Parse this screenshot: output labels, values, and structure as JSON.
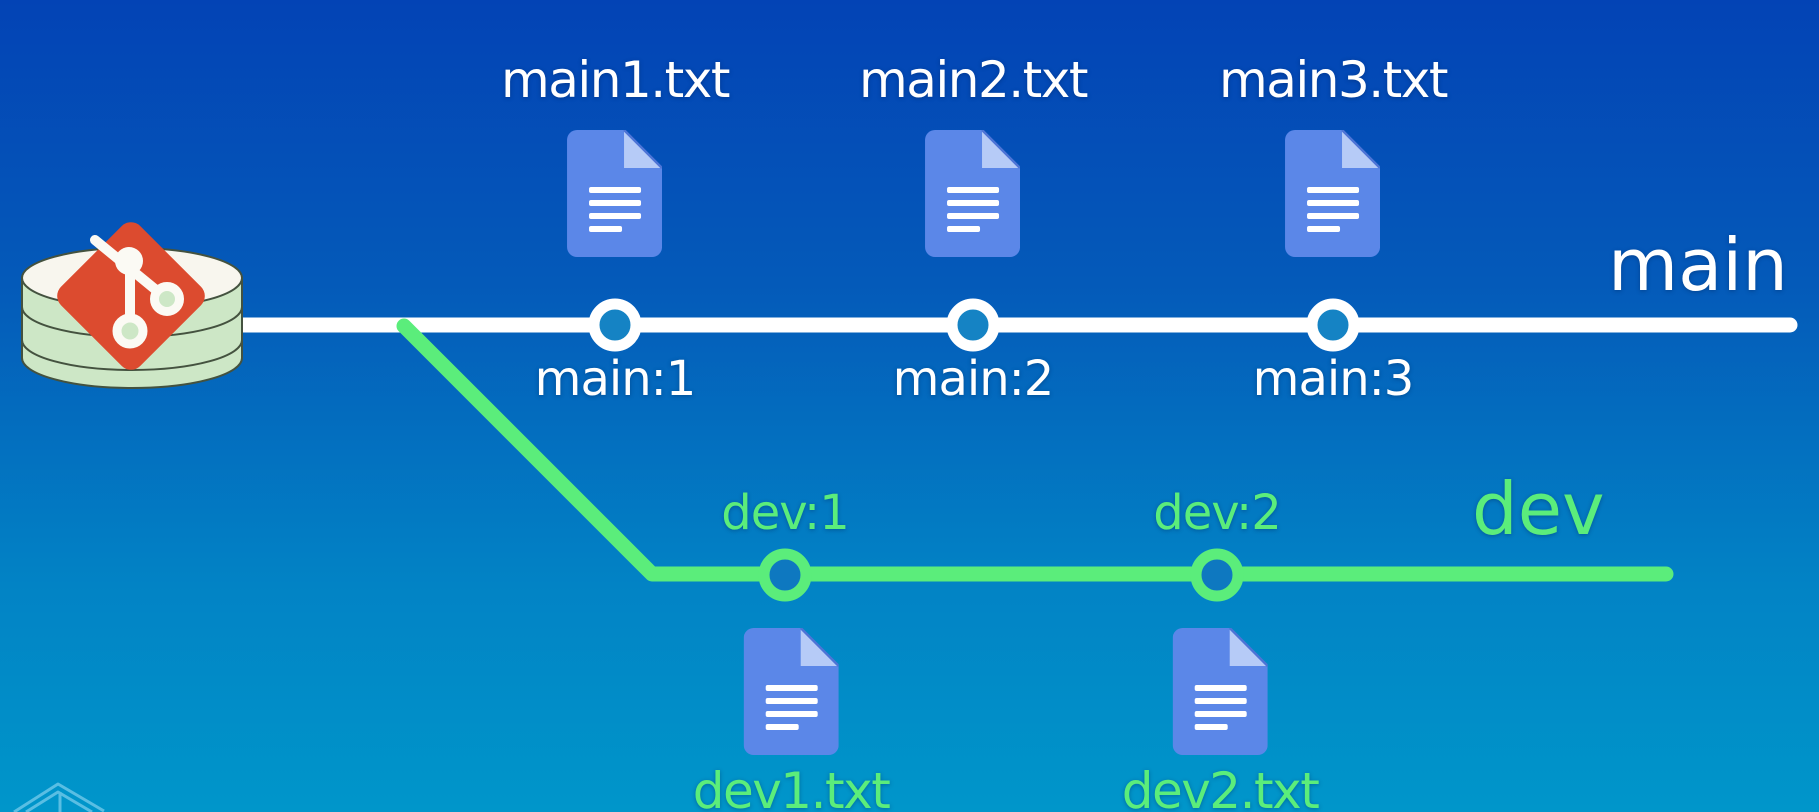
{
  "diagram": {
    "title": "git branching diagram",
    "repo_icon": "git-repository-database",
    "branches": {
      "main": {
        "label": "main",
        "color": "#ffffff",
        "commits": [
          {
            "id": "main:1",
            "file": "main1.txt"
          },
          {
            "id": "main:2",
            "file": "main2.txt"
          },
          {
            "id": "main:3",
            "file": "main3.txt"
          }
        ]
      },
      "dev": {
        "label": "dev",
        "color": "#5bed7b",
        "commits": [
          {
            "id": "dev:1",
            "file": "dev1.txt"
          },
          {
            "id": "dev:2",
            "file": "dev2.txt"
          }
        ]
      }
    },
    "colors": {
      "background_top": "#0343b5",
      "background_bottom": "#0096ca",
      "main_line": "#ffffff",
      "dev_line": "#5bed7b",
      "commit_node_fill_main": "#1583c4",
      "commit_node_fill_dev": "#0e78c0",
      "git_logo_red": "#dc4b2f",
      "db_cylinder_green": "#cde7c6",
      "db_cylinder_top": "#f8f6ee",
      "doc_icon_blue": "#5b87e8",
      "doc_icon_fold": "#b6cbf7"
    }
  }
}
